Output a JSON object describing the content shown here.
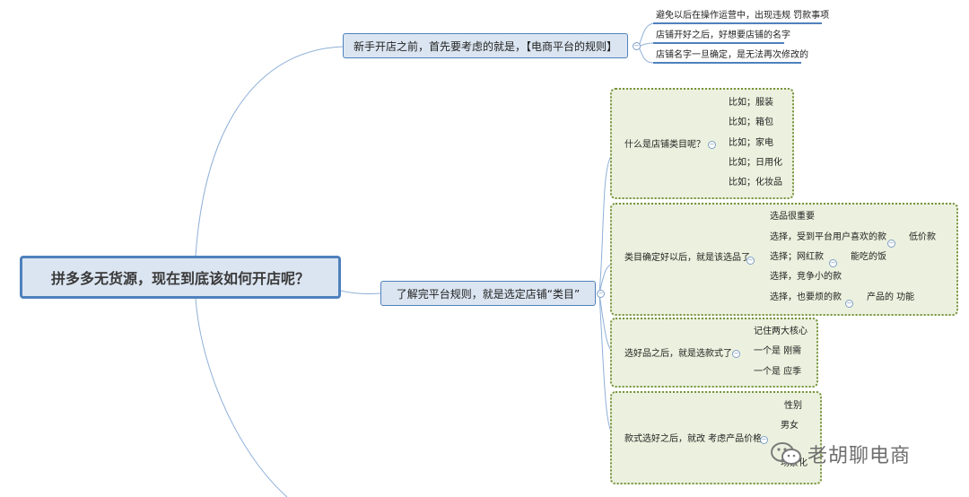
{
  "root": {
    "label": "拼多多无货源，现在到底该如何开店呢？"
  },
  "branch1": {
    "label": "新手开店之前，首先要考虑的就是，【电商平台的规则】",
    "items": [
      "避免以后在操作运营中，出现违规 罚款事项",
      "店铺开好之后，好想要店铺的名字",
      "店铺名字一旦确定，是无法再次修改的"
    ]
  },
  "branch2": {
    "label": "了解完平台规则，就是选定店铺“类目”",
    "groups": [
      {
        "label": "什么是店铺类目呢？",
        "items": [
          "比如；服装",
          "比如；箱包",
          "比如；家电",
          "比如；日用化",
          "比如；化妆品"
        ]
      },
      {
        "label": "类目确定好以后，就是该选品了",
        "items": [
          {
            "text": "选品很重要"
          },
          {
            "text": "选择，受到平台用户喜欢的款",
            "child": "低价款"
          },
          {
            "text": "选择；网红款",
            "child": "能吃的饭"
          },
          {
            "text": "选择，竞争小的款"
          },
          {
            "text": "选择，也要烦的款",
            "child": "产品的  功能"
          }
        ]
      },
      {
        "label": "选好品之后，就是选款式了",
        "items": [
          "记住两大核心",
          "一个是   刚需",
          "一个是   应季"
        ]
      },
      {
        "label": "款式选好之后，就改 考虑产品价格",
        "items": [
          "性别",
          "男女",
          "",
          "场景化"
        ]
      }
    ]
  },
  "watermark": {
    "text": "老胡聊电商",
    "icon": "wechat-icon"
  }
}
